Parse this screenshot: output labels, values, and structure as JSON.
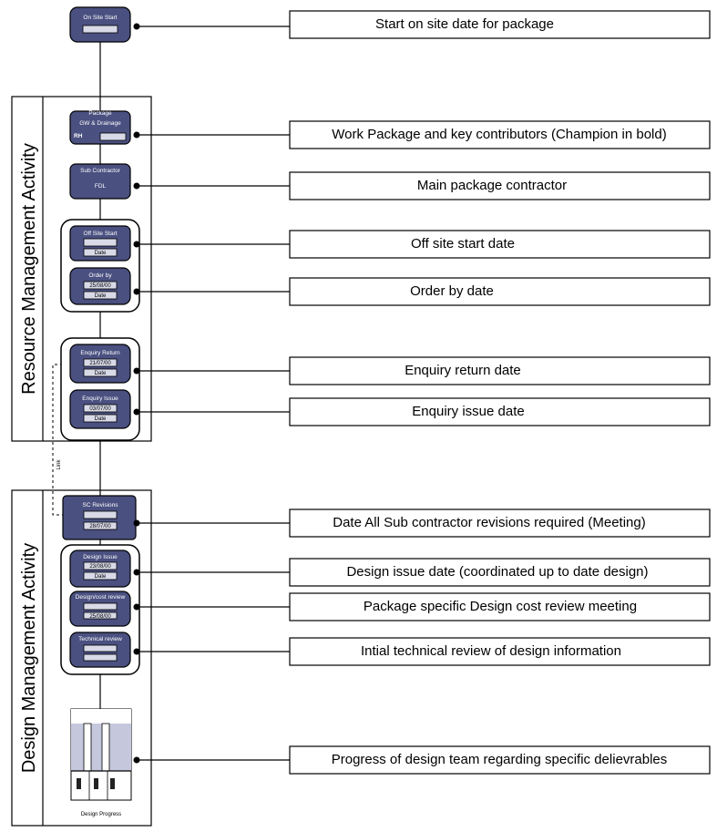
{
  "side_labels": {
    "resource": "Resource Management Activity",
    "design": "Design Management Activity"
  },
  "nodes": {
    "on_site_start": {
      "title": "On Site Start",
      "value": ""
    },
    "package": {
      "title": "Package",
      "name": "GW & Drainage",
      "contributor": "RH"
    },
    "sub_contractor": {
      "title": "Sub Contractor",
      "value": "FDL"
    },
    "off_site_start": {
      "title": "Off Site Start",
      "value": "",
      "sub": "Date"
    },
    "order_by": {
      "title": "Order by",
      "value": "25/08/00",
      "sub": "Date"
    },
    "enquiry_return": {
      "title": "Enquiry Return",
      "value": "21/07/00",
      "sub": "Date"
    },
    "enquiry_issue": {
      "title": "Enquiry Issue",
      "value": "03/07/00",
      "sub": "Date"
    },
    "sc_revisions": {
      "title": "SC Revisions",
      "value": "28/07/00"
    },
    "design_issue": {
      "title": "Design Issue",
      "value": "23/08/00",
      "sub": "Date"
    },
    "design_cost_review": {
      "title": "Design/cost review",
      "value": "25/08/00"
    },
    "technical_review": {
      "title": "Technical review",
      "value": ""
    },
    "design_progress": {
      "title": "Design Progress"
    }
  },
  "labels": [
    "Start on site date for package",
    "Work Package and key contributors (Champion in bold)",
    "Main package contractor",
    "Off site start date",
    "Order by date",
    "Enquiry return date",
    "Enquiry issue date",
    "Date All Sub contractor revisions required (Meeting)",
    "Design issue date (coordinated up to date design)",
    "Package specific Design cost review meeting",
    "Intial technical review of design information",
    "Progress of design team regarding specific delievrables"
  ]
}
